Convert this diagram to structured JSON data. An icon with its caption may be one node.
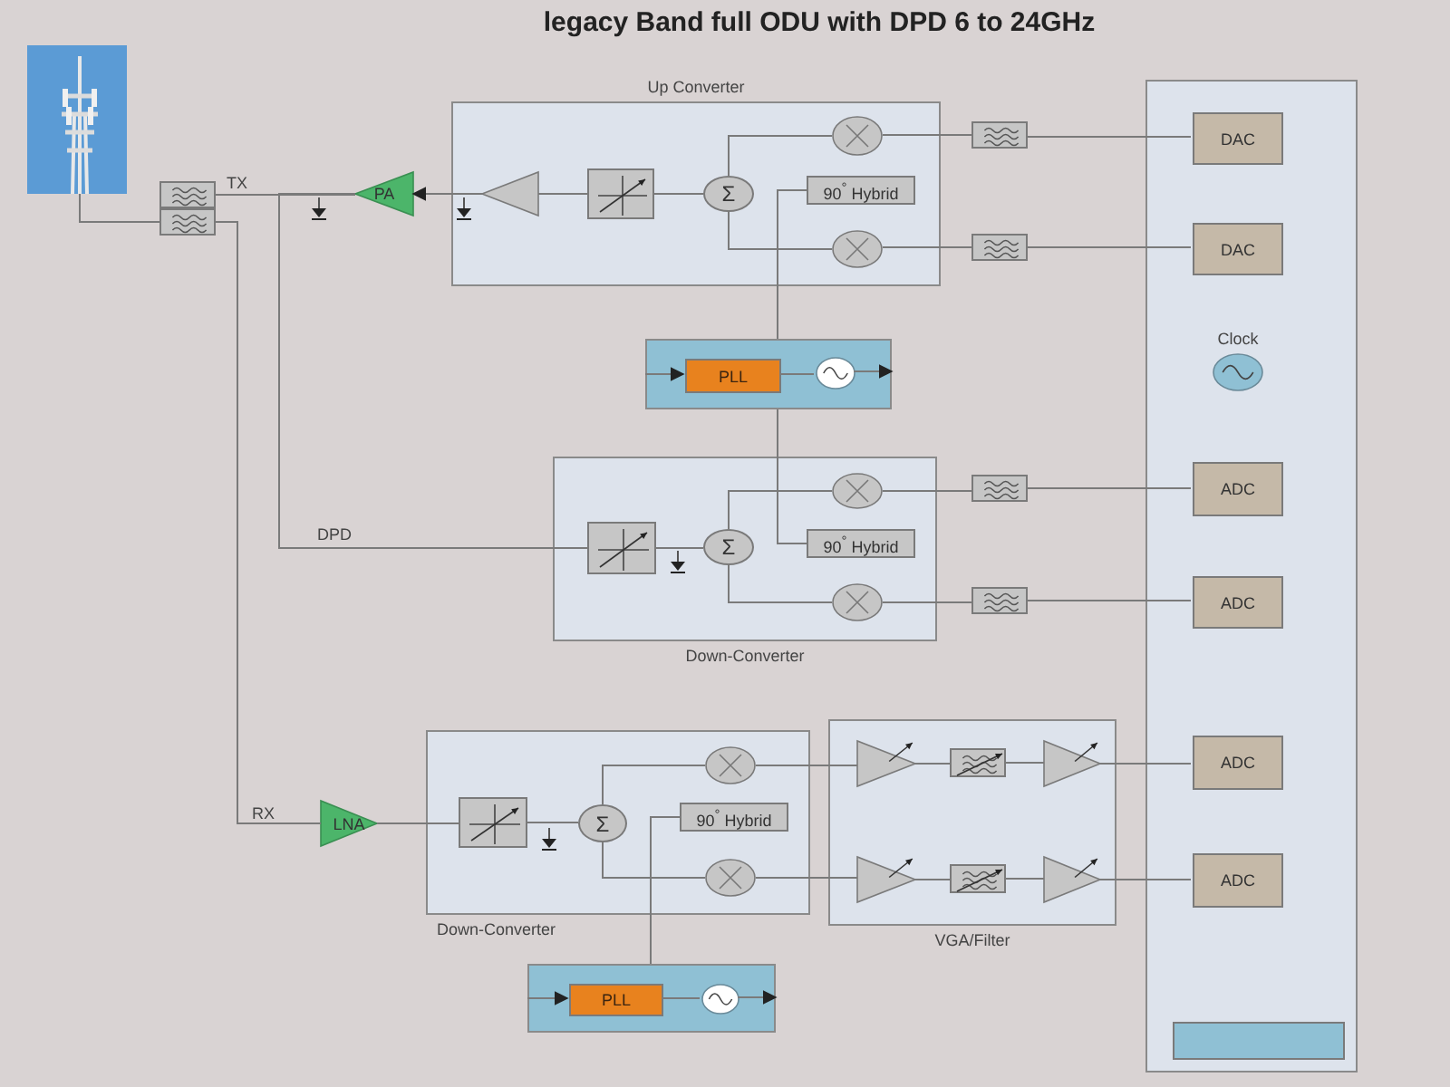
{
  "diagram": {
    "title": "legacy Band full ODU with DPD 6 to 24GHz",
    "nodes": [
      {
        "text": [],
        "shape": "picture"
      },
      {
        "text": [],
        "shape": "box"
      },
      {
        "text": [],
        "shape": "box"
      },
      {
        "text": [
          "PA"
        ]
      },
      {
        "text": [
          "Up Converter"
        ]
      },
      {
        "text": [],
        "shape": "triangle",
        "in": 4
      },
      {
        "text": [],
        "shape": "box",
        "in": 4
      },
      {
        "text": [
          "Σ"
        ],
        "in": 4
      },
      {
        "text": [],
        "shape": "circle",
        "in": 4
      },
      {
        "text": [
          "90$^{°}$ Hybrid"
        ],
        "in": 4
      },
      {
        "text": [],
        "shape": "circle",
        "in": 4
      },
      {
        "text": [],
        "shape": "box"
      },
      {
        "text": [],
        "shape": "box"
      },
      {
        "text": [],
        "shape": "box"
      },
      {
        "text": [
          "DAC"
        ],
        "in": 13
      },
      {
        "text": [
          "DAC"
        ],
        "in": 13
      },
      {
        "text": [
          "Clock"
        ],
        "in": 13
      },
      {
        "text": [
          "ADC"
        ],
        "in": 13
      },
      {
        "text": [
          "ADC"
        ],
        "in": 13
      },
      {
        "text": [
          "ADC"
        ],
        "in": 13
      },
      {
        "text": [
          "ADC"
        ],
        "in": 13
      },
      {
        "text": [],
        "shape": "box",
        "in": 13
      },
      {
        "text": [],
        "shape": "box"
      },
      {
        "text": [
          "PLL"
        ],
        "in": 22
      },
      {
        "text": [],
        "shape": "circle",
        "in": 22
      },
      {
        "text": [
          "Down-Converter"
        ]
      },
      {
        "text": [],
        "shape": "box",
        "in": 25
      },
      {
        "text": [
          "Σ"
        ],
        "in": 25
      },
      {
        "text": [],
        "shape": "circle",
        "in": 25
      },
      {
        "text": [
          "90$^{°}$ Hybrid"
        ],
        "in": 25
      },
      {
        "text": [],
        "shape": "circle",
        "in": 25
      },
      {
        "text": [],
        "shape": "box"
      },
      {
        "text": [],
        "shape": "box"
      },
      {
        "text": [
          "LNA"
        ]
      },
      {
        "text": [
          "Down-Converter"
        ]
      },
      {
        "text": [],
        "shape": "box",
        "in": 34
      },
      {
        "text": [
          "Σ"
        ],
        "in": 34
      },
      {
        "text": [],
        "shape": "circle",
        "in": 34
      },
      {
        "text": [
          "90$^{°}$ Hybrid"
        ],
        "in": 34
      },
      {
        "text": [],
        "shape": "circle",
        "in": 34
      },
      {
        "text": [
          "VGA/Filter"
        ]
      },
      {
        "text": [],
        "shape": "triangle",
        "in": 40
      },
      {
        "text": [],
        "shape": "box",
        "in": 40
      },
      {
        "text": [],
        "shape": "triangle",
        "in": 40
      },
      {
        "text": [],
        "shape": "triangle",
        "in": 40
      },
      {
        "text": [],
        "shape": "box",
        "in": 40
      },
      {
        "text": [],
        "shape": "triangle",
        "in": 40
      },
      {
        "text": [],
        "shape": "box"
      },
      {
        "text": [
          "PLL"
        ],
        "in": 47
      },
      {
        "text": [],
        "shape": "circle",
        "in": 47
      }
    ],
    "edges": [
      {
        "from": 0,
        "to": 2,
        "arrow": "none"
      },
      {
        "from": 1,
        "to": 3,
        "arrow": "none",
        "label": "TX"
      },
      {
        "from": 5,
        "to": 3,
        "arrow": "to"
      },
      {
        "from": 6,
        "to": 5,
        "arrow": "none"
      },
      {
        "from": 7,
        "to": 6,
        "arrow": "none"
      },
      {
        "from": 8,
        "to": 7,
        "arrow": "none"
      },
      {
        "from": 10,
        "to": 7,
        "arrow": "none"
      },
      {
        "from": 11,
        "to": 8,
        "arrow": "none"
      },
      {
        "from": 12,
        "to": 10,
        "arrow": "none"
      },
      {
        "from": 14,
        "to": 11,
        "arrow": "none"
      },
      {
        "from": 15,
        "to": 12,
        "arrow": "none"
      },
      {
        "from": 22,
        "to": 9,
        "arrow": "none"
      },
      {
        "from": 22,
        "to": 29,
        "arrow": "none"
      },
      {
        "from": null,
        "to": 23,
        "arrow": "to"
      },
      {
        "from": 23,
        "to": 24,
        "arrow": "none"
      },
      {
        "from": 24,
        "to": null,
        "arrow": "to"
      },
      {
        "from": 3,
        "to": 26,
        "arrow": "none",
        "label": "DPD"
      },
      {
        "from": 26,
        "to": 27,
        "arrow": "none"
      },
      {
        "from": 27,
        "to": 28,
        "arrow": "none"
      },
      {
        "from": 27,
        "to": 30,
        "arrow": "none"
      },
      {
        "from": 28,
        "to": 31,
        "arrow": "none"
      },
      {
        "from": 30,
        "to": 32,
        "arrow": "none"
      },
      {
        "from": 31,
        "to": 17,
        "arrow": "none"
      },
      {
        "from": 32,
        "to": 18,
        "arrow": "none"
      },
      {
        "from": 2,
        "to": 33,
        "arrow": "none",
        "label": "RX"
      },
      {
        "from": 33,
        "to": 35,
        "arrow": "none"
      },
      {
        "from": 35,
        "to": 36,
        "arrow": "none"
      },
      {
        "from": 36,
        "to": 37,
        "arrow": "none"
      },
      {
        "from": 36,
        "to": 39,
        "arrow": "none"
      },
      {
        "from": 37,
        "to": 41,
        "arrow": "none"
      },
      {
        "from": 39,
        "to": 44,
        "arrow": "none"
      },
      {
        "from": 41,
        "to": 42,
        "arrow": "none"
      },
      {
        "from": 42,
        "to": 43,
        "arrow": "none"
      },
      {
        "from": 44,
        "to": 45,
        "arrow": "none"
      },
      {
        "from": 45,
        "to": 46,
        "arrow": "none"
      },
      {
        "from": 43,
        "to": 19,
        "arrow": "none"
      },
      {
        "from": 46,
        "to": 20,
        "arrow": "none"
      },
      {
        "from": 47,
        "to": 38,
        "arrow": "none"
      },
      {
        "from": null,
        "to": 48,
        "arrow": "to"
      },
      {
        "from": 48,
        "to": 49,
        "arrow": "none"
      },
      {
        "from": 49,
        "to": null,
        "arrow": "to"
      }
    ]
  }
}
